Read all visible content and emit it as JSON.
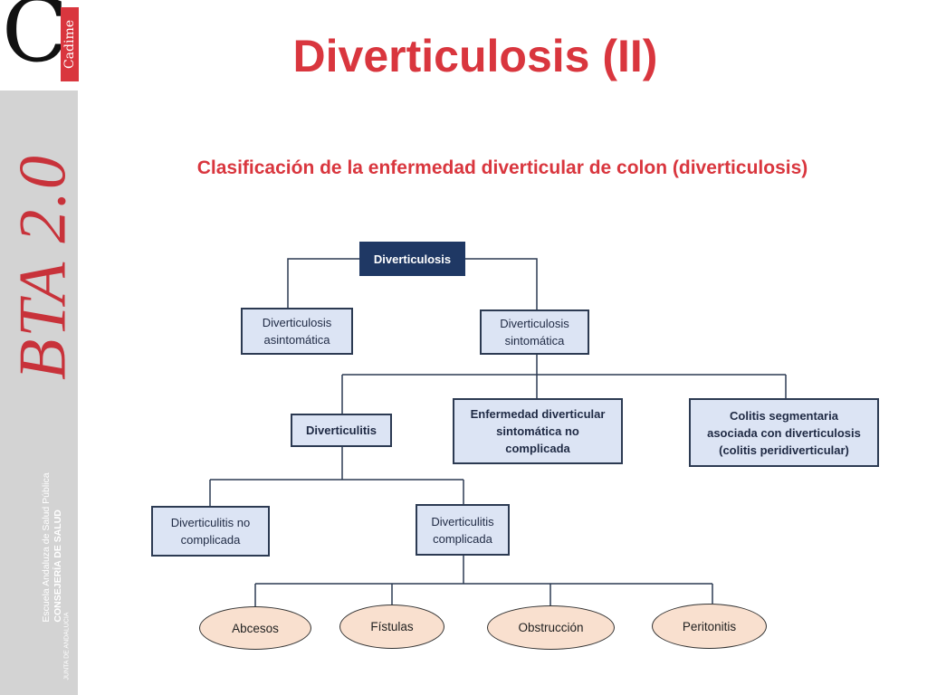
{
  "branding": {
    "logo_letter": "C",
    "logo_word": "Cadime",
    "vertical_title": "BTA 2.0",
    "school_line1": "Escuela Andaluza de Salud Pública",
    "school_line2": "CONSEJERÍA DE SALUD",
    "junta": "JUNTA DE ANDALUCIA",
    "brand_color": "#d9363e"
  },
  "slide": {
    "title": "Diverticulosis (II)",
    "subtitle": "Clasificación de la enfermedad diverticular de colon (diverticulosis)"
  },
  "diagram": {
    "root": "Diverticulosis",
    "asintomatica": "Diverticulosis asintomática",
    "sintomatica": "Diverticulosis sintomática",
    "diverticulitis": "Diverticulitis",
    "no_complicada_sintomatica": "Enfermedad diverticular sintomática no complicada",
    "colitis": "Colitis segmentaria asociada con diverticulosis (colitis peridiverticular)",
    "diverticulitis_no_complicada": "Diverticulitis no complicada",
    "diverticulitis_complicada": "Diverticulitis complicada",
    "complicaciones": [
      "Abcesos",
      "Fístulas",
      "Obstrucción",
      "Peritonitis"
    ]
  }
}
